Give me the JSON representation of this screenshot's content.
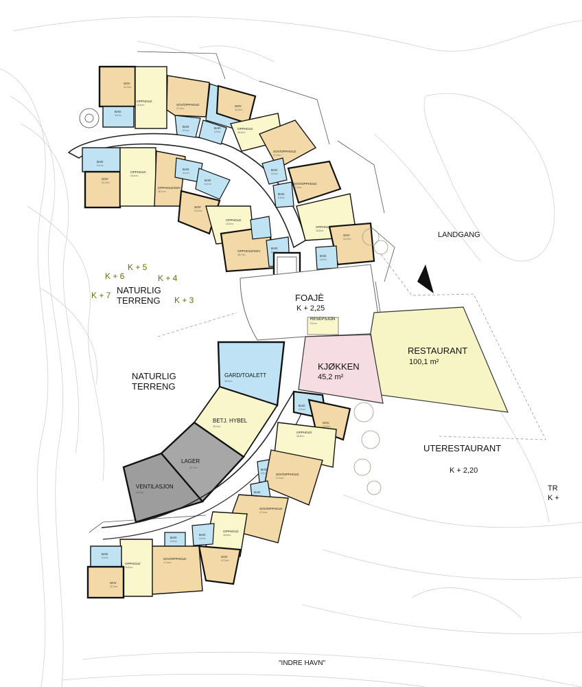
{
  "site_labels": {
    "landgang": "LANDGANG",
    "foaje": "FOAJÈ",
    "foaje_level": "K + 2,25",
    "resepsjon": "RESEPSJON",
    "resepsjon_area": "9,0 m²",
    "restaurant": "RESTAURANT",
    "restaurant_area": "100,1 m²",
    "kjokken": "KJØKKEN",
    "kjokken_area": "45,2 m²",
    "uterestaurant": "UTERESTAURANT",
    "uterestaurant_level": "K + 2,20",
    "naturlig_terreng_1a": "NATURLIG",
    "naturlig_terreng_1b": "TERRENG",
    "naturlig_terreng_2a": "NATURLIG",
    "naturlig_terreng_2b": "TERRENG",
    "indre_havn": "\"INDRE HAVN\"",
    "edge_tr": "TR",
    "edge_k": "K +",
    "gard_toalett": "GARD/TOALETT",
    "gard_toalett_area": "15,0 m²",
    "betj_hybel": "BETJ. HYBEL",
    "betj_hybel_area": "30,0 m²",
    "lager": "LAGER",
    "lager_area": "32,7 m²",
    "ventilasjon": "VENTILASJON",
    "ventilasjon_area": "28,0 m²"
  },
  "contours": [
    "K + 5",
    "K + 6",
    "K + 4",
    "K + 7",
    "K + 3"
  ],
  "rooms_upper": [
    {
      "name": "SOV",
      "area": "12,3 m²"
    },
    {
      "name": "BAD",
      "area": "4,9 m²"
    },
    {
      "name": "OPPHOLD",
      "area": "16,8 m²"
    },
    {
      "name": "SOV/OPPHOLD",
      "area": "17,4 m²"
    },
    {
      "name": "BAD",
      "area": "5,5 m²"
    },
    {
      "name": "BAD",
      "area": "4,9 m²"
    },
    {
      "name": "SOV",
      "area": "12,3 m²"
    },
    {
      "name": "OPPHOLD",
      "area": "16,8 m²"
    },
    {
      "name": "SOV/OPPHOLD",
      "area": "17,4 m²"
    },
    {
      "name": "BAD",
      "area": "4,5 m²"
    },
    {
      "name": "SOV/OPPHOLD",
      "area": "17,4 m²"
    },
    {
      "name": "BAD",
      "area": "5,5 m²"
    },
    {
      "name": "OPPHOLD",
      "area": "16,8 m²"
    },
    {
      "name": "SOV",
      "area": "12,3 m²"
    },
    {
      "name": "BAD",
      "area": "4,9 m²"
    },
    {
      "name": "BAD",
      "area": "6,4 m²"
    },
    {
      "name": "SOV",
      "area": "12,3 m²"
    },
    {
      "name": "OPPHOLD",
      "area": "16,8 m²"
    },
    {
      "name": "OPPHOLD/SOV",
      "area": "16,7 m²"
    },
    {
      "name": "BAD",
      "area": "5,4 m²"
    },
    {
      "name": "BAD",
      "area": "6,4 m²"
    },
    {
      "name": "SOV",
      "area": "12,3 m²"
    },
    {
      "name": "OPPHOLD",
      "area": "16,8 m²"
    },
    {
      "name": "OPPHOLD/SOV",
      "area": "16,7 m²"
    },
    {
      "name": "BAD",
      "area": "6,4 m²"
    }
  ],
  "rooms_lower": [
    {
      "name": "BAD",
      "area": "4,9 m²"
    },
    {
      "name": "SOV",
      "area": "12,3 m²"
    },
    {
      "name": "OPPHOLD",
      "area": "16,8 m²"
    },
    {
      "name": "BAD",
      "area": "5,5 m²"
    },
    {
      "name": "SOV/OPPHOLD",
      "area": "17,4 m²"
    },
    {
      "name": "BAD",
      "area": "5,5 m²"
    },
    {
      "name": "SOV/OPPHOLD",
      "area": "17,4 m²"
    },
    {
      "name": "OPPHOLD",
      "area": "16,8 m²"
    },
    {
      "name": "SOV",
      "area": "12,3 m²"
    },
    {
      "name": "BAD",
      "area": "4,9 m²"
    },
    {
      "name": "BAD",
      "area": "5,5 m²"
    },
    {
      "name": "SOV/OPPHOLD",
      "area": "17,4 m²"
    },
    {
      "name": "OPPHOLD",
      "area": "16,8 m²"
    },
    {
      "name": "SOV",
      "area": "12,3 m²"
    },
    {
      "name": "BAD",
      "area": "4,9 m²"
    }
  ],
  "colors": {
    "sov": "#f3d9a8",
    "opphold": "#fbf7cc",
    "bad": "#bfe3f3",
    "kjokken": "#f6dde3",
    "restaurant": "#f7f5c6",
    "gard": "#bfe3f5",
    "hybel": "#f9f6cc",
    "lager": "#a7a7a7",
    "ventilasjon": "#9d9d9d"
  }
}
